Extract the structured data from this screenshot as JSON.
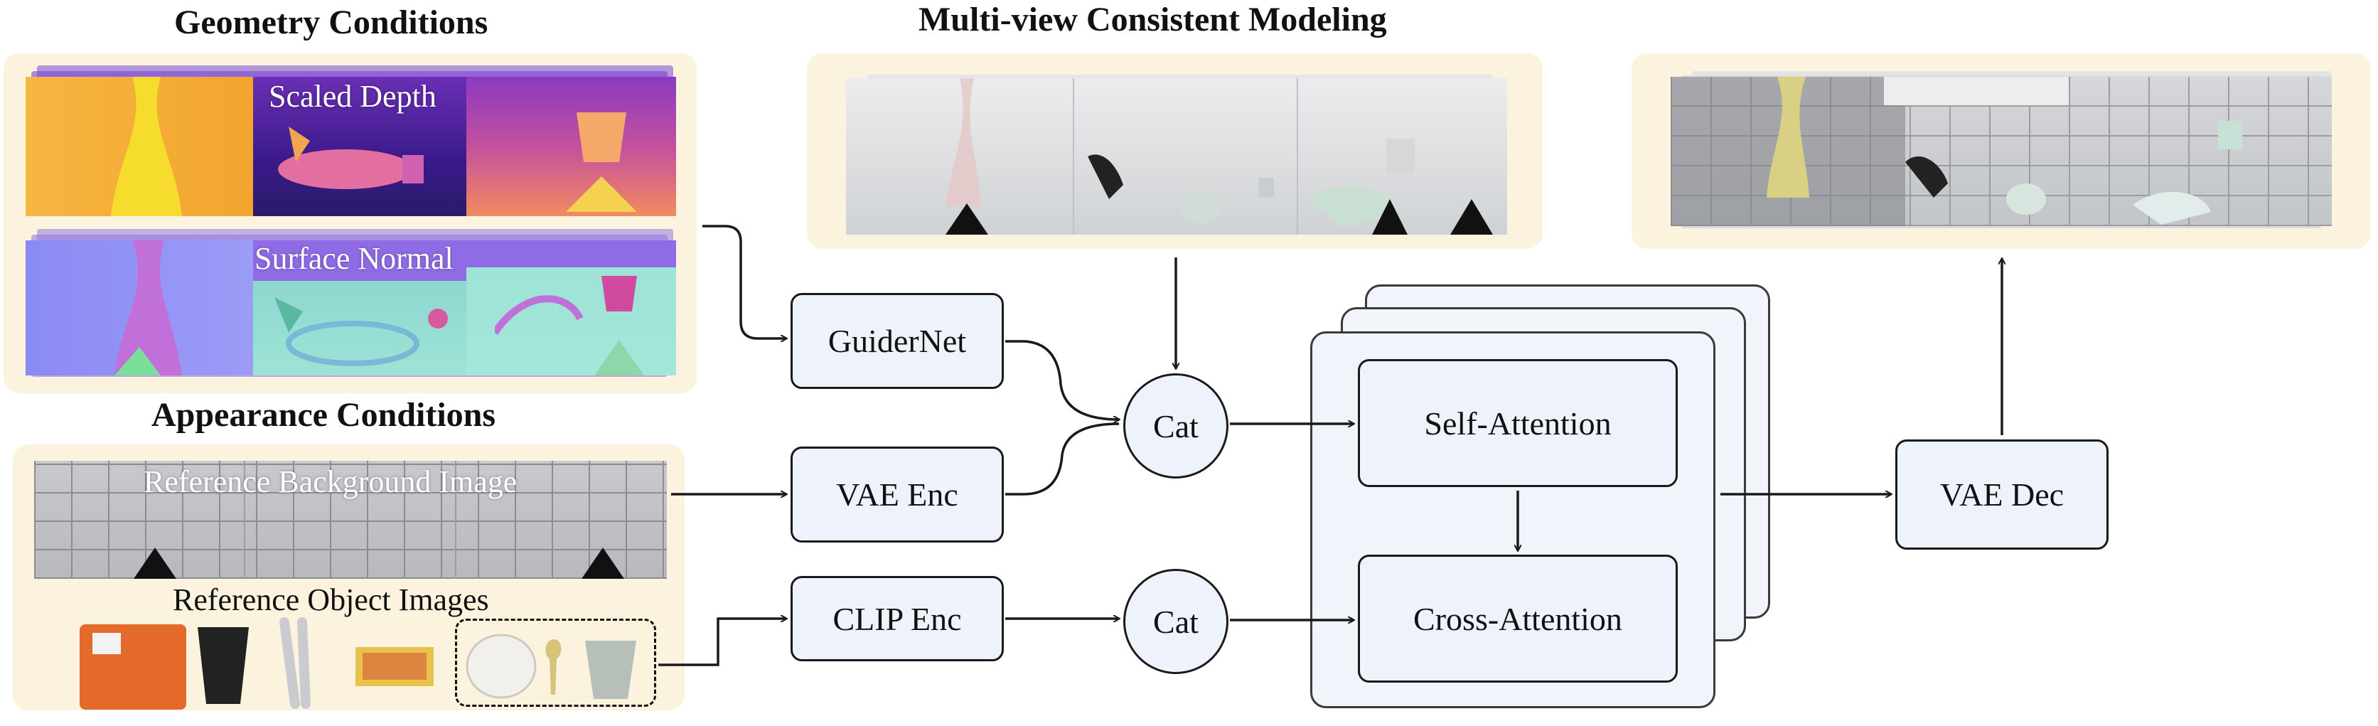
{
  "headings": {
    "geometry": "Geometry Conditions",
    "appearance": "Appearance Conditions",
    "multiview": "Multi-view Consistent Modeling"
  },
  "overlays": {
    "scaled_depth": "Scaled Depth",
    "surface_normal": "Surface Normal",
    "reference_background": "Reference Background Image",
    "reference_objects": "Reference Object Images"
  },
  "blocks": {
    "guidernet": "GuiderNet",
    "vae_enc": "VAE Enc",
    "clip_enc": "CLIP Enc",
    "cat_top": "Cat",
    "cat_bottom": "Cat",
    "self_attention": "Self-Attention",
    "cross_attention": "Cross-Attention",
    "vae_dec": "VAE Dec"
  },
  "colors": {
    "panel": "#fbf3dd",
    "block_fill": "#eef2fb",
    "block_stroke": "#1a1a1a"
  }
}
